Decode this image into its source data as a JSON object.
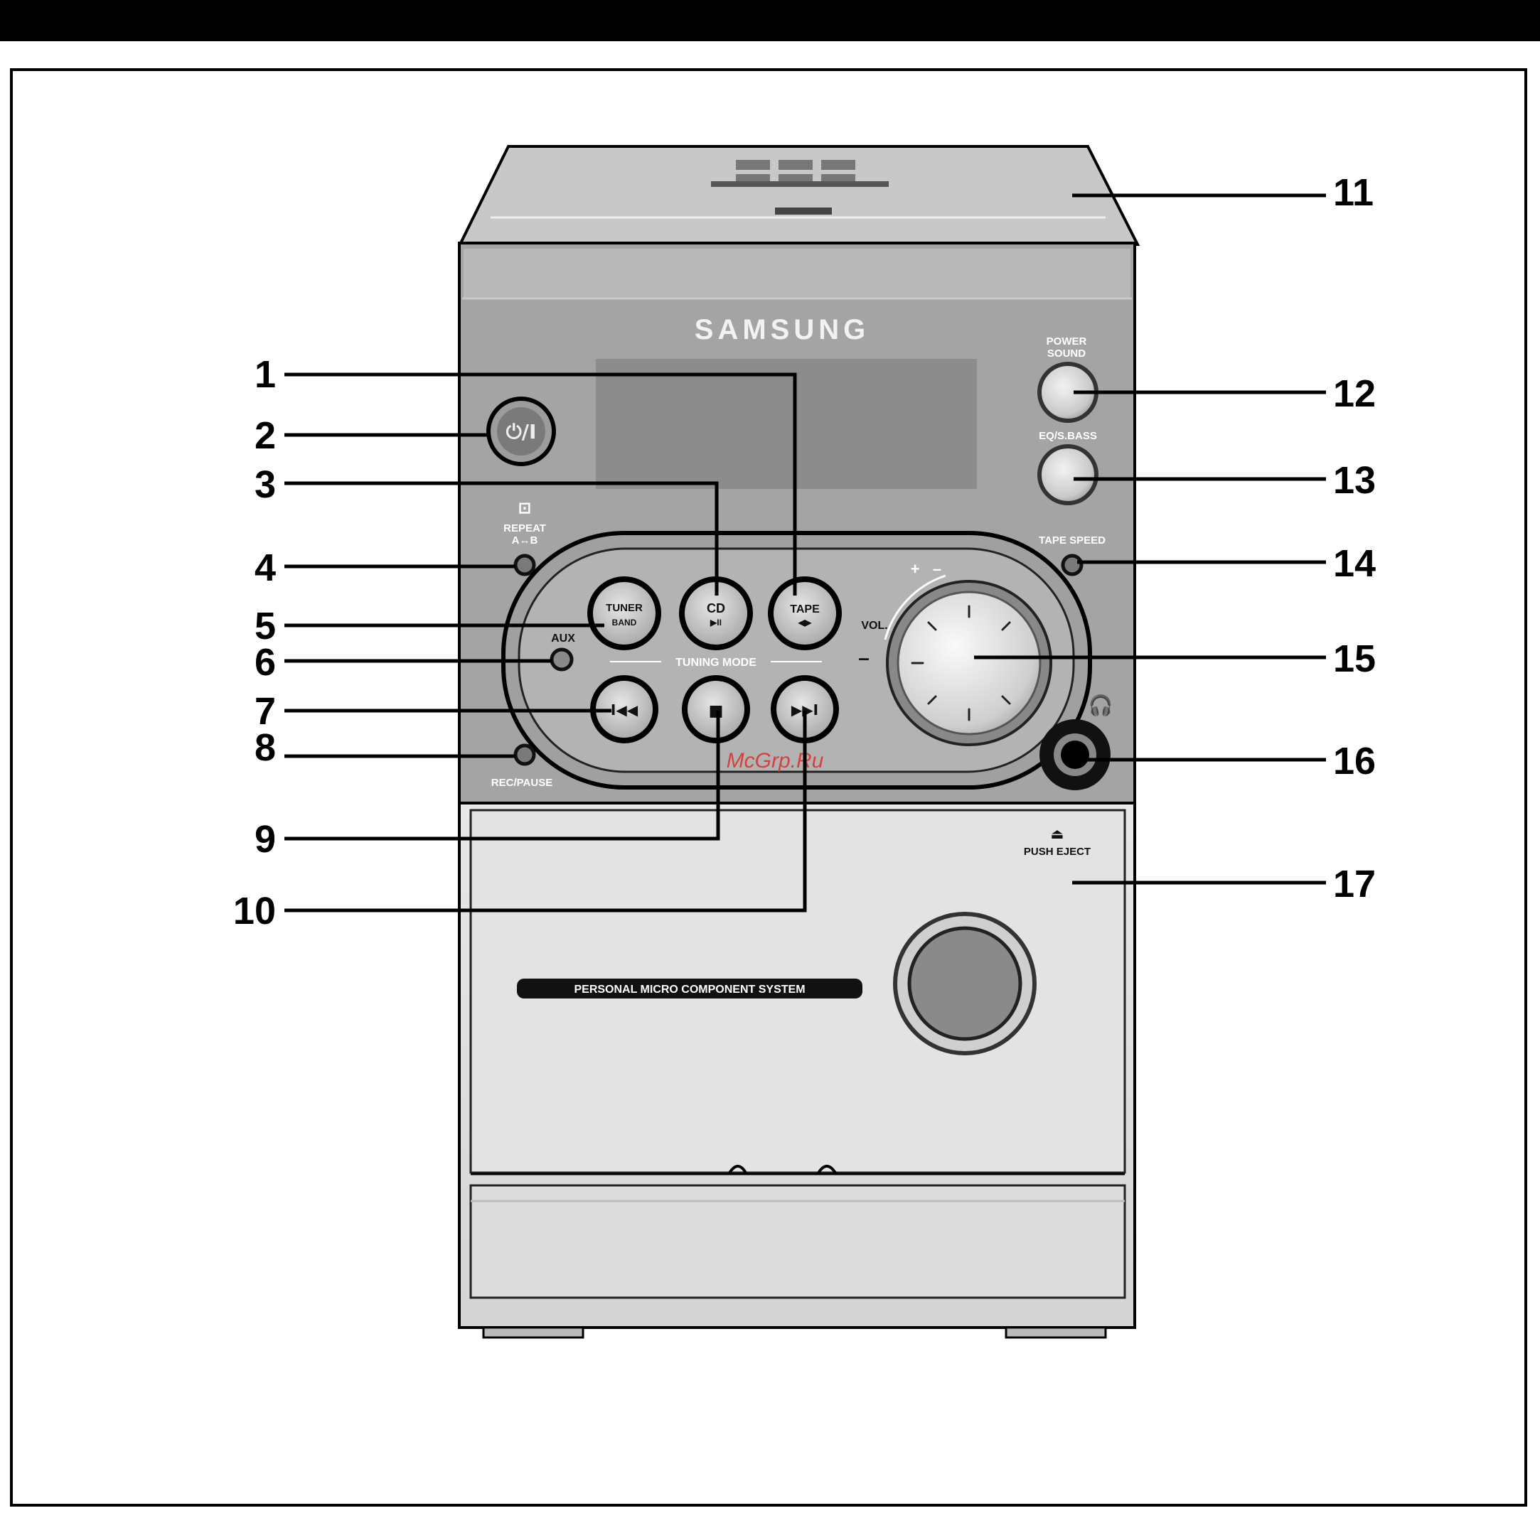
{
  "brand": "SAMSUNG",
  "watermark": "McGrp.Ru",
  "panel_labels": {
    "power_sound": [
      "POWER",
      "SOUND"
    ],
    "eq_sbass": "EQ/S.BASS",
    "repeat": [
      "REPEAT",
      "A↔B"
    ],
    "tape_speed": "TAPE SPEED",
    "aux": "AUX",
    "tuning_mode": "TUNING MODE",
    "vol": "VOL.",
    "rec_pause": "REC/PAUSE",
    "push_eject": "PUSH EJECT",
    "system_name": "PERSONAL MICRO COMPONENT SYSTEM",
    "power_glyph": "⏻/I",
    "tuner_band": [
      "TUNER",
      "BAND"
    ],
    "cd": [
      "CD",
      "▶II"
    ],
    "tape": [
      "TAPE",
      "◀▶"
    ],
    "prev_glyph": "I◀◀",
    "stop_glyph": "■",
    "next_glyph": "▶▶I"
  },
  "callouts": [
    "1",
    "2",
    "3",
    "4",
    "5",
    "6",
    "7",
    "8",
    "9",
    "10",
    "11",
    "12",
    "13",
    "14",
    "15",
    "16",
    "17"
  ],
  "colors": {
    "frame": "#000000",
    "panel_dark": "#9a9a9a",
    "panel_light": "#e4e4e4",
    "display": "#8c8c8c",
    "watermark": "#d9302a"
  }
}
